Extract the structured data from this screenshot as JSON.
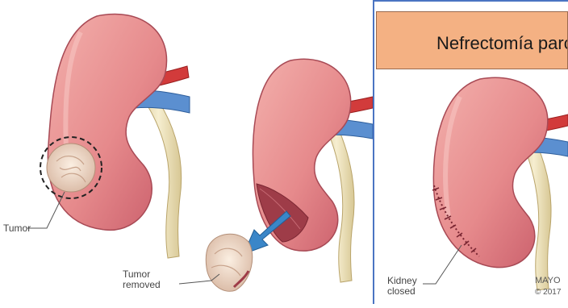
{
  "title": "Nefrectomía parcial",
  "labels": {
    "tumor": "Tumor",
    "tumor_removed_line1": "Tumor",
    "tumor_removed_line2": "removed",
    "kidney_closed_line1": "Kidney",
    "kidney_closed_line2": "closed"
  },
  "credit": {
    "org": "MAYO",
    "year": "© 2017"
  },
  "colors": {
    "kidney": "#e58b8b",
    "kidney_shadow": "#c85c68",
    "artery": "#d23b3b",
    "vein": "#4a7fc4",
    "ureter": "#efe2b6",
    "arrow": "#3a86c8",
    "title_box": "#f4b183",
    "divider": "#4a74c2"
  }
}
